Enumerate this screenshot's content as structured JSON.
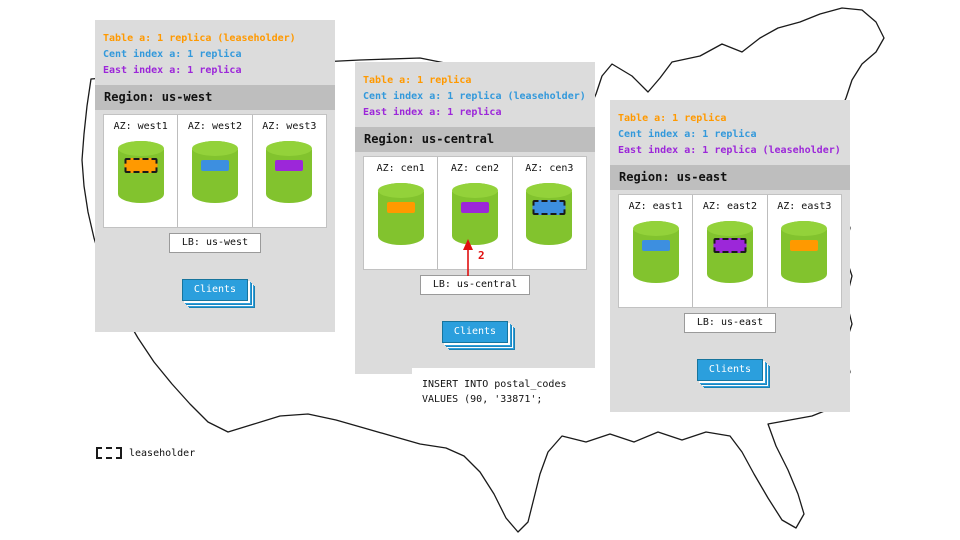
{
  "colors": {
    "table_orange": "#FF9900",
    "cent_index_blue": "#3399DB",
    "east_index_purple": "#9C27D9",
    "replica_blue": "#3D8FE0",
    "cylinder_green": "#82C32E",
    "clients_blue": "#2B9FDD",
    "panel_gray": "#DCDCDC",
    "header_gray": "#BEBEBE",
    "arrow_red": "#E01010"
  },
  "regions": [
    {
      "id": "us-west",
      "annotations": [
        {
          "text": "Table a: 1 replica (leaseholder)",
          "color": "#FF9900"
        },
        {
          "text": "Cent index a: 1 replica",
          "color": "#3399DB"
        },
        {
          "text": "East index a: 1 replica",
          "color": "#9C27D9"
        }
      ],
      "region_label": "Region: us-west",
      "azs": [
        {
          "label": "AZ: west1",
          "replica_color": "#FF9900",
          "leaseholder": true
        },
        {
          "label": "AZ: west2",
          "replica_color": "#3D8FE0",
          "leaseholder": false
        },
        {
          "label": "AZ: west3",
          "replica_color": "#9C27D9",
          "leaseholder": false
        }
      ],
      "lb_label": "LB: us-west",
      "clients_label": "Clients"
    },
    {
      "id": "us-central",
      "annotations": [
        {
          "text": "Table a: 1 replica",
          "color": "#FF9900"
        },
        {
          "text": "Cent index a: 1 replica (leaseholder)",
          "color": "#3399DB"
        },
        {
          "text": "East index a: 1 replica",
          "color": "#9C27D9"
        }
      ],
      "region_label": "Region: us-central",
      "azs": [
        {
          "label": "AZ: cen1",
          "replica_color": "#FF9900",
          "leaseholder": false
        },
        {
          "label": "AZ: cen2",
          "replica_color": "#9C27D9",
          "leaseholder": false
        },
        {
          "label": "AZ: cen3",
          "replica_color": "#3D8FE0",
          "leaseholder": true
        }
      ],
      "lb_label": "LB: us-central",
      "clients_label": "Clients",
      "arrow_label": "2"
    },
    {
      "id": "us-east",
      "annotations": [
        {
          "text": "Table a: 1 replica",
          "color": "#FF9900"
        },
        {
          "text": "Cent index a: 1 replica",
          "color": "#3399DB"
        },
        {
          "text": "East index a: 1 replica (leaseholder)",
          "color": "#9C27D9"
        }
      ],
      "region_label": "Region: us-east",
      "azs": [
        {
          "label": "AZ: east1",
          "replica_color": "#3D8FE0",
          "leaseholder": false
        },
        {
          "label": "AZ: east2",
          "replica_color": "#9C27D9",
          "leaseholder": true
        },
        {
          "label": "AZ: east3",
          "replica_color": "#FF9900",
          "leaseholder": false
        }
      ],
      "lb_label": "LB: us-east",
      "clients_label": "Clients"
    }
  ],
  "sql_note": {
    "line1": "INSERT INTO postal_codes",
    "line2": "VALUES (90, '33871';"
  },
  "legend": {
    "leaseholder_label": "leaseholder"
  }
}
